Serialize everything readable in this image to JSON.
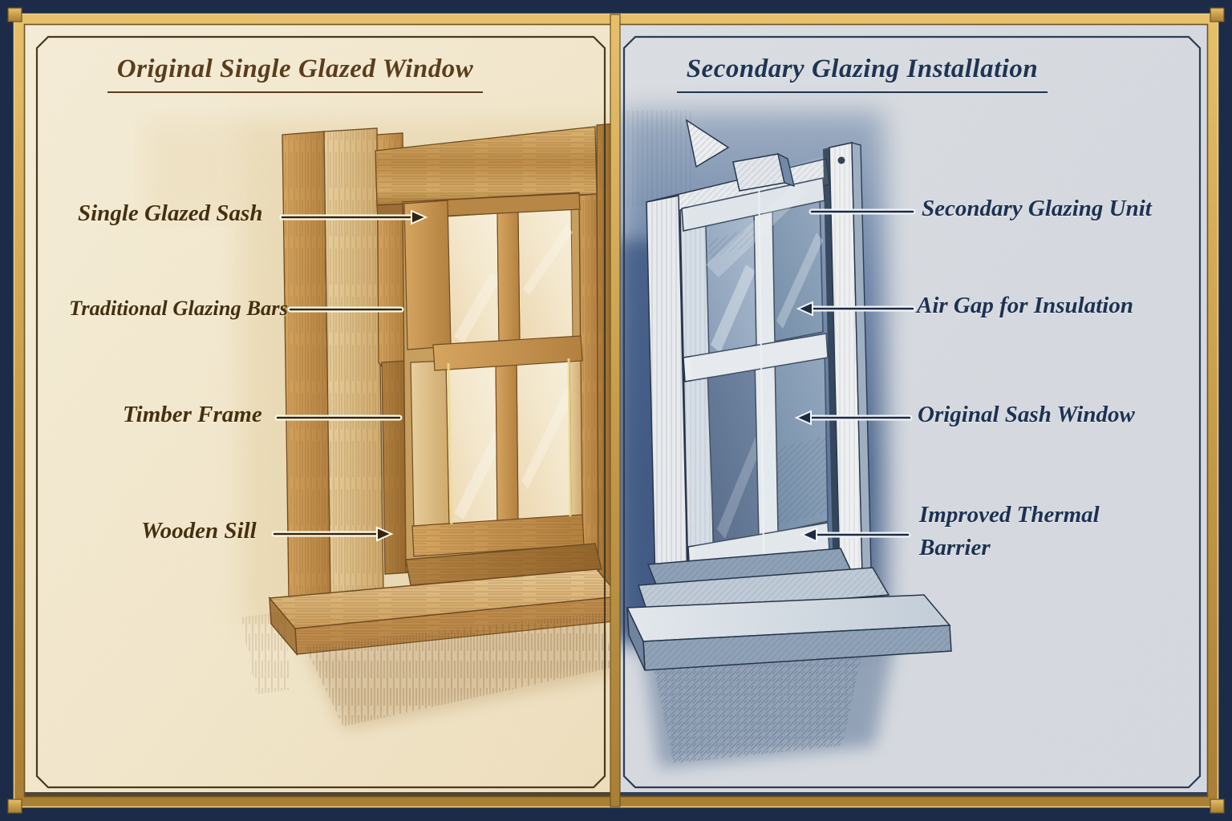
{
  "left_panel": {
    "title": "Original Single Glazed Window",
    "background_color": "#f6ecd2",
    "text_color": "#44300f",
    "labels": [
      {
        "text": "Single Glazed Sash"
      },
      {
        "text": "Traditional Glazing Bars"
      },
      {
        "text": "Timber Frame"
      },
      {
        "text": "Wooden Sill"
      }
    ]
  },
  "right_panel": {
    "title": "Secondary Glazing Installation",
    "background_color": "#dde2e8",
    "text_color": "#1d3151",
    "labels": [
      {
        "text": "Secondary Glazing Unit"
      },
      {
        "text": "Air Gap for Insulation"
      },
      {
        "text": "Original Sash Window"
      },
      {
        "text": "Improved Thermal Barrier"
      }
    ]
  },
  "frame": {
    "outer_background_color": "#1c2b47",
    "border_gold_color": "#c79d4b",
    "divider_color": "#c49a4d"
  }
}
